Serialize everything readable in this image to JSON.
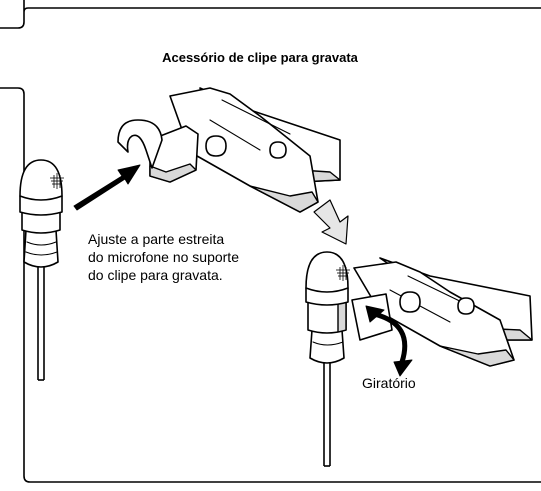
{
  "figure": {
    "title": "Acessório de clipe para gravata",
    "instruction_lines": [
      "Ajuste a parte estreita",
      "do microfone no suporte",
      "do clipe para gravata."
    ],
    "rotation_label": "Giratório"
  },
  "colors": {
    "ink": "#000000",
    "background": "#ffffff",
    "hollow_arrow_fill": "#e6e6e6",
    "part_shading": "#d9d9d9"
  },
  "icons": {
    "insert_arrow": "solid-arrow",
    "step_arrow": "hollow-down-arrow",
    "rotation_arrow": "curved-double-arrow"
  }
}
